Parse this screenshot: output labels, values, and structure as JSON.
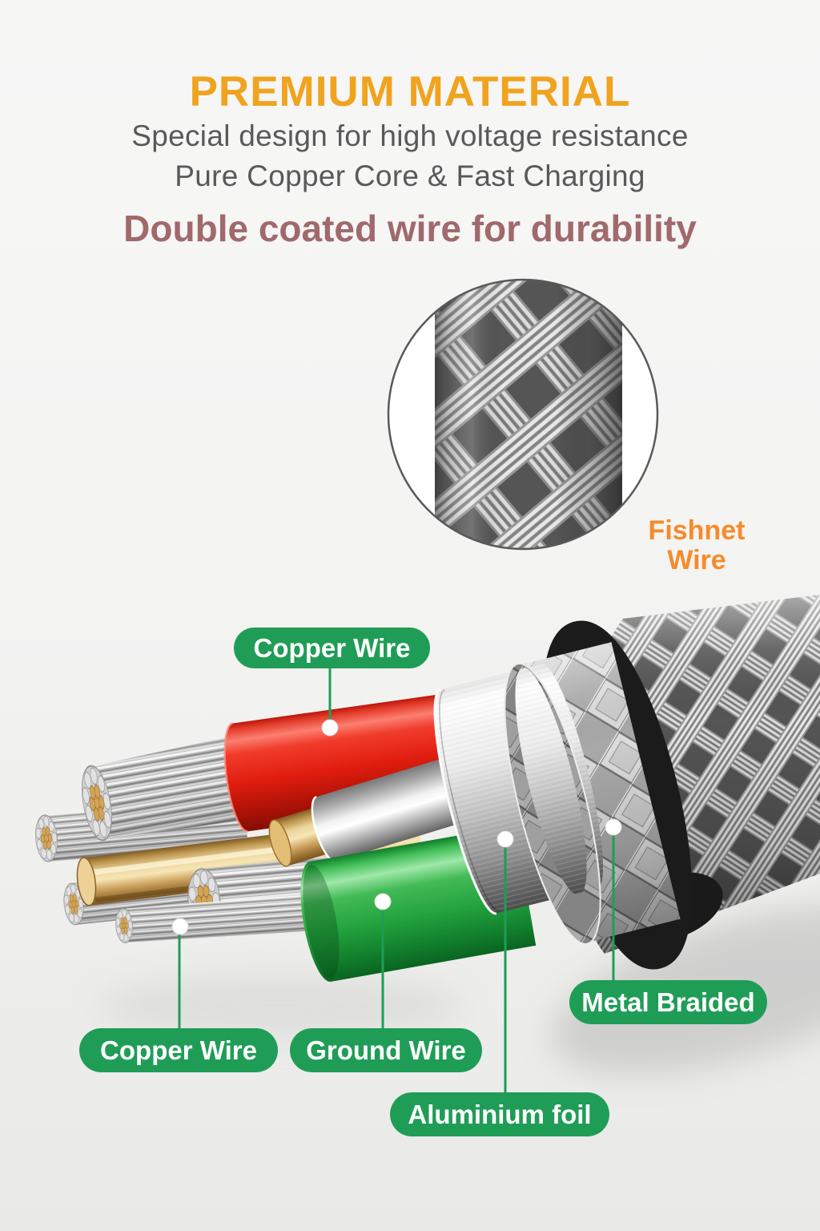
{
  "header": {
    "title": "PREMIUM MATERIAL",
    "subtitle_line1": "Special design for high voltage resistance",
    "subtitle_line2": "Pure Copper Core & Fast Charging",
    "highlight": "Double coated wire for durability"
  },
  "inset": {
    "caption": "Fishnet Wire"
  },
  "callouts": {
    "copper_wire_top": {
      "label": "Copper Wire"
    },
    "metal_braided": {
      "label": "Metal Braided"
    },
    "copper_wire_bottom": {
      "label": "Copper Wire"
    },
    "ground_wire": {
      "label": "Ground Wire"
    },
    "aluminium_foil": {
      "label": "Aluminium foil"
    }
  },
  "colors": {
    "accent_green": "#1F9D56",
    "title_orange": "#F0A31E",
    "caption_orange": "#F68B2B",
    "subtitle_gray": "#58595B",
    "highlight_mauve": "#A0696C",
    "label_text": "#FFFFFF",
    "wire_red": "#E02010",
    "wire_green": "#22A23D",
    "copper": "#C89B55"
  }
}
